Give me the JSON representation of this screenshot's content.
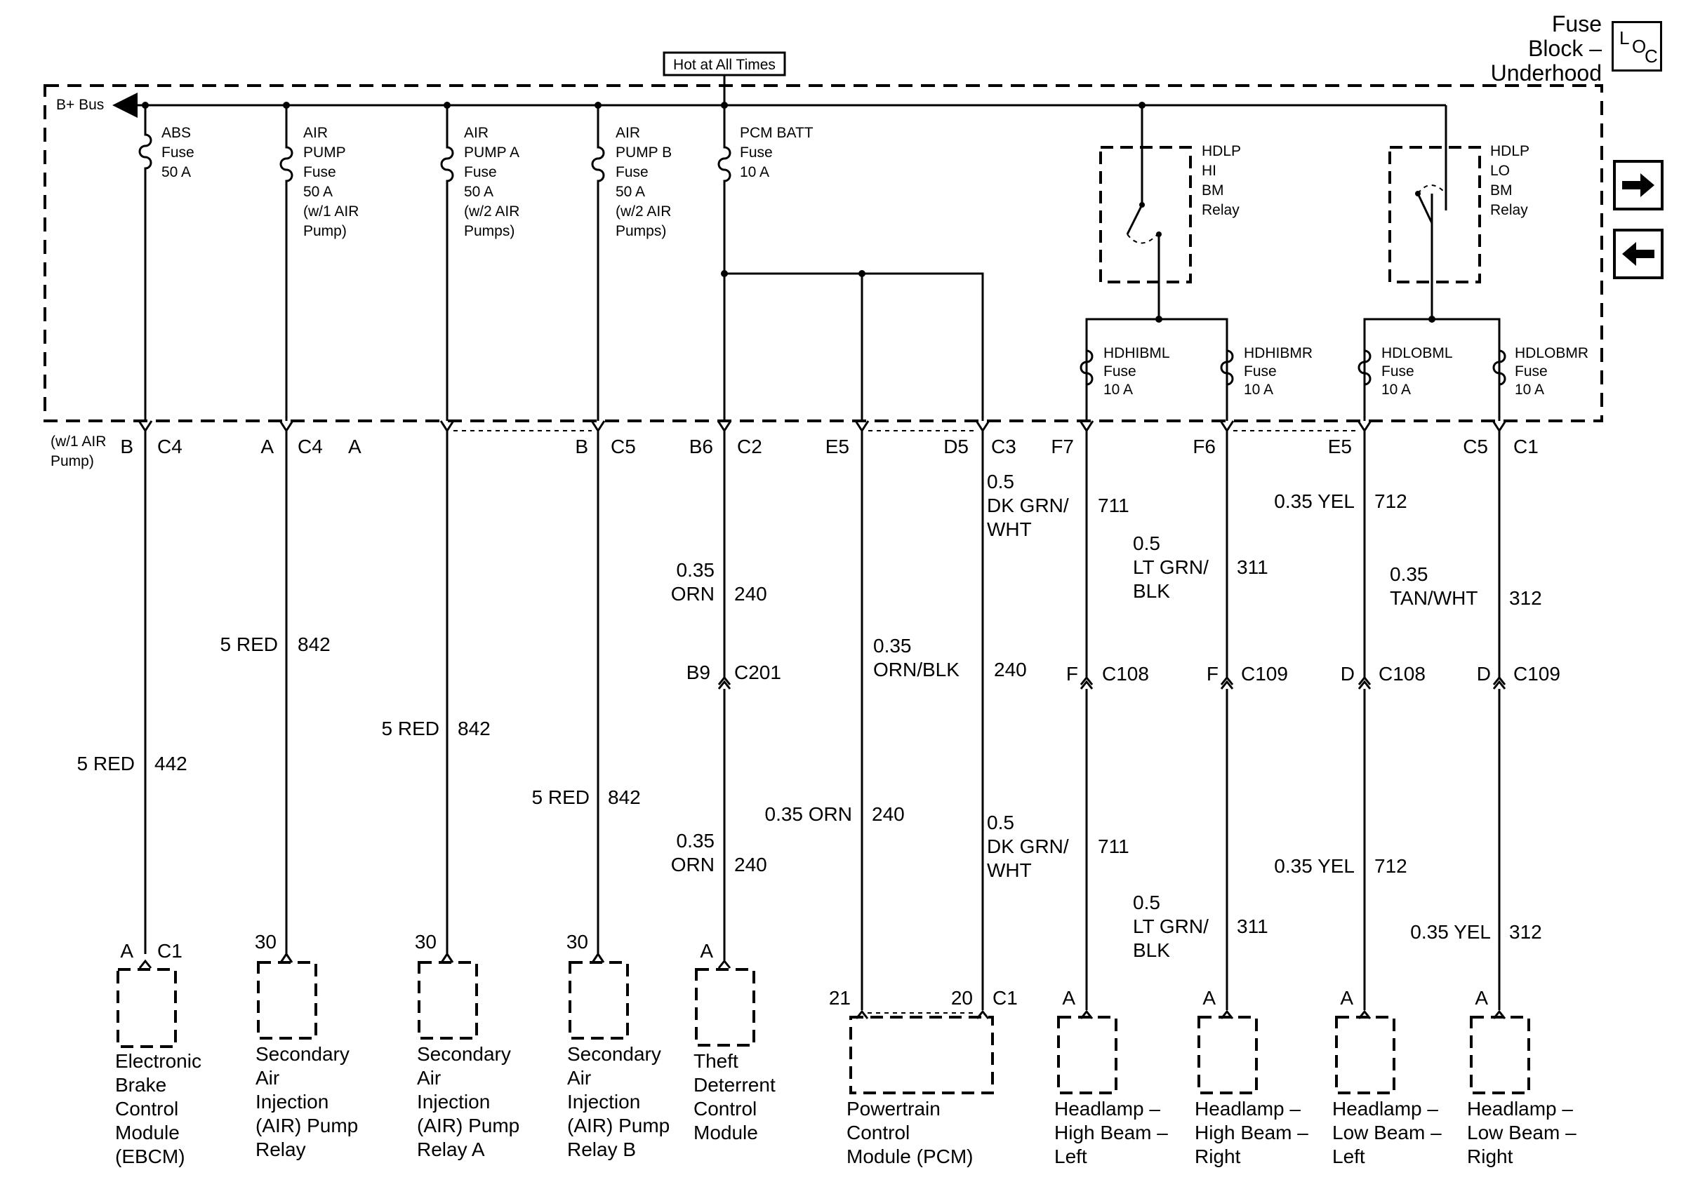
{
  "header": {
    "hot_label": "Hot at All Times",
    "fuse_block_title": [
      "Fuse",
      "Block –",
      "Underhood"
    ],
    "loc_letters": [
      "L",
      "O",
      "C"
    ]
  },
  "bus_label": "B+ Bus",
  "fuses": [
    {
      "lines": [
        "ABS",
        "Fuse",
        "50 A"
      ]
    },
    {
      "lines": [
        "AIR",
        "PUMP",
        "Fuse",
        "50 A",
        "(w/1 AIR",
        "Pump)"
      ]
    },
    {
      "lines": [
        "AIR",
        "PUMP A",
        "Fuse",
        "50 A",
        "(w/2 AIR",
        "Pumps)"
      ]
    },
    {
      "lines": [
        "AIR",
        "PUMP B",
        "Fuse",
        "50 A",
        "(w/2 AIR",
        "Pumps)"
      ]
    },
    {
      "lines": [
        "PCM BATT",
        "Fuse",
        "10 A"
      ]
    },
    {
      "lines": [
        "HDHIBML",
        "Fuse",
        "10 A"
      ]
    },
    {
      "lines": [
        "HDHIBMR",
        "Fuse",
        "10 A"
      ]
    },
    {
      "lines": [
        "HDLOBML",
        "Fuse",
        "10 A"
      ]
    },
    {
      "lines": [
        "HDLOBMR",
        "Fuse",
        "10 A"
      ]
    }
  ],
  "relays": [
    {
      "lines": [
        "HDLP",
        "HI",
        "BM",
        "Relay"
      ]
    },
    {
      "lines": [
        "HDLP",
        "LO",
        "BM",
        "Relay"
      ]
    }
  ],
  "connectors": {
    "air_option_note": [
      "(w/1 AIR",
      "Pump)"
    ],
    "row": [
      "B",
      "C4",
      "A",
      "C4",
      "A",
      "B",
      "C5",
      "B6",
      "C2",
      "E5",
      "D5",
      "C3",
      "F7",
      "F6",
      "E5",
      "C5",
      "C1"
    ],
    "inline": [
      "B9",
      "C201",
      "F",
      "C108",
      "F",
      "C109",
      "D",
      "C108",
      "D",
      "C109"
    ],
    "bottom": [
      "A",
      "C1",
      "30",
      "30",
      "30",
      "A",
      "21",
      "20",
      "C1",
      "A",
      "A",
      "A",
      "A"
    ]
  },
  "wires": {
    "ebcm": {
      "color": "5 RED",
      "circuit": "442"
    },
    "air_pump": {
      "color": "5 RED",
      "circuit": "842"
    },
    "air_a": {
      "color": "5 RED",
      "circuit": "842"
    },
    "air_b": {
      "color": "5 RED",
      "circuit": "842"
    },
    "tdm_upper": {
      "color": [
        "0.35",
        "ORN"
      ],
      "circuit": "240"
    },
    "tdm_lower": {
      "color": [
        "0.35",
        "ORN"
      ],
      "circuit": "240"
    },
    "pcm_e5_upper": {
      "color": [
        "0.35",
        "ORN/BLK"
      ],
      "circuit": "240"
    },
    "pcm_e5_lower": {
      "color": "0.35 ORN",
      "circuit": "240"
    },
    "hi_left_upper": {
      "color": [
        "0.5",
        "DK GRN/",
        "WHT"
      ],
      "circuit": "711"
    },
    "hi_left_lower": {
      "color": [
        "0.5",
        "DK GRN/",
        "WHT"
      ],
      "circuit": "711"
    },
    "hi_right_upper": {
      "color": [
        "0.5",
        "LT GRN/",
        "BLK"
      ],
      "circuit": "311"
    },
    "hi_right_lower": {
      "color": [
        "0.5",
        "LT GRN/",
        "BLK"
      ],
      "circuit": "311"
    },
    "lo_left_upper": {
      "color": "0.35 YEL",
      "circuit": "712"
    },
    "lo_left_lower": {
      "color": "0.35 YEL",
      "circuit": "712"
    },
    "lo_right_upper": {
      "color": [
        "0.35",
        "TAN/WHT"
      ],
      "circuit": "312"
    },
    "lo_right_lower": {
      "color": "0.35 YEL",
      "circuit": "312"
    }
  },
  "components": [
    {
      "lines": [
        "Electronic",
        "Brake",
        "Control",
        "Module",
        "(EBCM)"
      ]
    },
    {
      "lines": [
        "Secondary",
        "Air",
        "Injection",
        "(AIR) Pump",
        "Relay"
      ]
    },
    {
      "lines": [
        "Secondary",
        "Air",
        "Injection",
        "(AIR) Pump",
        "Relay A"
      ]
    },
    {
      "lines": [
        "Secondary",
        "Air",
        "Injection",
        "(AIR) Pump",
        "Relay B"
      ]
    },
    {
      "lines": [
        "Theft",
        "Deterrent",
        "Control",
        "Module"
      ]
    },
    {
      "lines": [
        "Powertrain",
        "Control",
        "Module (PCM)"
      ]
    },
    {
      "lines": [
        "Headlamp –",
        "High Beam –",
        "Left"
      ]
    },
    {
      "lines": [
        "Headlamp –",
        "High Beam –",
        "Right"
      ]
    },
    {
      "lines": [
        "Headlamp –",
        "Low Beam –",
        "Left"
      ]
    },
    {
      "lines": [
        "Headlamp –",
        "Low Beam –",
        "Right"
      ]
    }
  ],
  "nav": {
    "next_icon": "arrow-right-icon",
    "prev_icon": "arrow-left-icon"
  }
}
